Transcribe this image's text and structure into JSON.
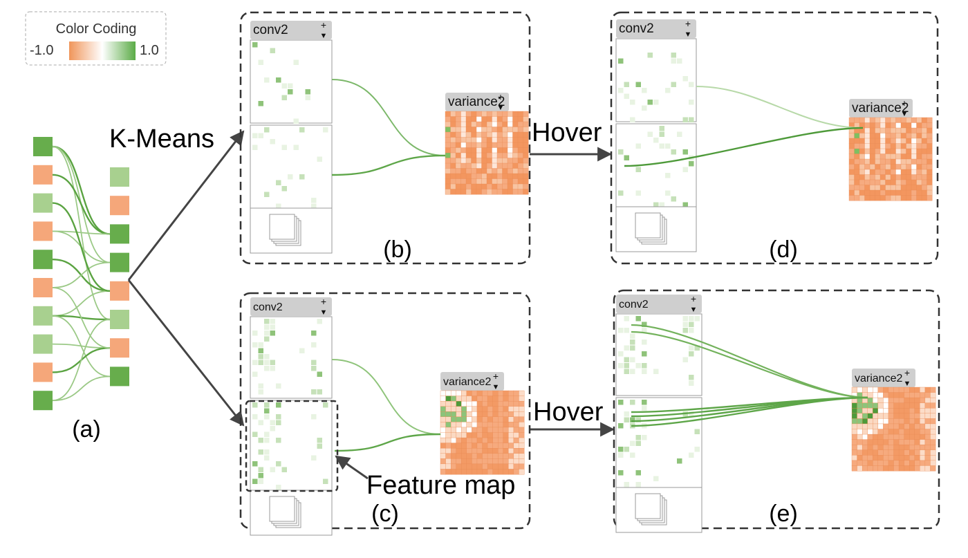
{
  "legend": {
    "title": "Color Coding",
    "min_label": "-1.0",
    "max_label": "1.0",
    "neg_color": "#f0955a",
    "pos_color": "#5aab46"
  },
  "colors": {
    "green": "#67ad4c",
    "light_green": "#a8d08f",
    "orange": "#f5a77a",
    "edge": "#7cb86a"
  },
  "labels": {
    "kmeans": "K-Means",
    "hover": "Hover",
    "feature_map": "Feature map",
    "a": "(a)",
    "b": "(b)",
    "c": "(c)",
    "d": "(d)",
    "e": "(e)"
  },
  "panel": {
    "conv": "conv2",
    "variance": "variance2",
    "plus": "+",
    "arrow": "▼"
  },
  "nodes": {
    "left": [
      "g",
      "o",
      "lg",
      "o",
      "g",
      "o",
      "lg",
      "lg",
      "o",
      "g"
    ],
    "right": [
      "lg",
      "o",
      "g",
      "g",
      "o",
      "lg",
      "o",
      "g"
    ]
  }
}
